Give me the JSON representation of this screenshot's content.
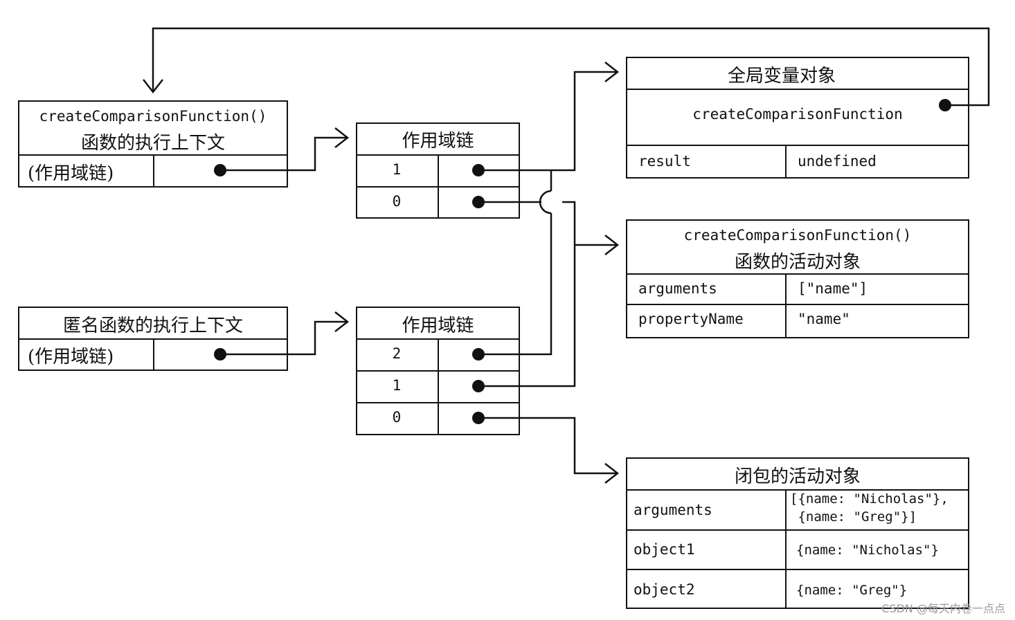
{
  "exec_ctx_compare": {
    "title_line1": "createComparisonFunction()",
    "title_line2": "函数的执行上下文",
    "scope_label": "(作用域链)"
  },
  "scope_chain_1": {
    "title": "作用域链",
    "rows": [
      "1",
      "0"
    ]
  },
  "global_object": {
    "title": "全局变量对象",
    "prop": "createComparisonFunction",
    "result_key": "result",
    "result_value": "undefined"
  },
  "compare_activation": {
    "title_line1": "createComparisonFunction()",
    "title_line2": "函数的活动对象",
    "rows": [
      {
        "key": "arguments",
        "value": "[\"name\"]"
      },
      {
        "key": "propertyName",
        "value": "\"name\""
      }
    ]
  },
  "exec_ctx_anon": {
    "title": "匿名函数的执行上下文",
    "scope_label": "(作用域链)"
  },
  "scope_chain_2": {
    "title": "作用域链",
    "rows": [
      "2",
      "1",
      "0"
    ]
  },
  "closure_activation": {
    "title": "闭包的活动对象",
    "arguments_key": "arguments",
    "arguments_line1": "[{name: \"Nicholas\"},",
    "arguments_line2": " {name: \"Greg\"}]",
    "rows": [
      {
        "key": "object1",
        "value": "{name: \"Nicholas\"}"
      },
      {
        "key": "object2",
        "value": "{name: \"Greg\"}"
      }
    ]
  },
  "watermark": "CSDN @每天内卷一点点"
}
